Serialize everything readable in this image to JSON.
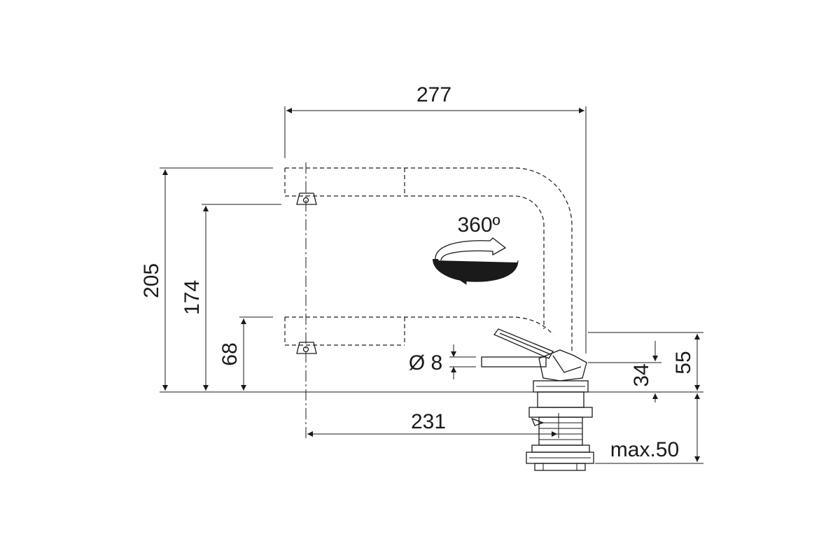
{
  "dimensions": {
    "overall_width": "277",
    "overall_height": "205",
    "spout_upper_height": "174",
    "spout_lower_height": "68",
    "reach": "231",
    "hose_diameter": "Ø 8",
    "lever_height": "34",
    "body_height": "55",
    "max_counter_thickness": "max.50"
  },
  "rotation": {
    "label": "360º"
  },
  "colors": {
    "line": "#1a1a1a",
    "background": "#ffffff"
  }
}
